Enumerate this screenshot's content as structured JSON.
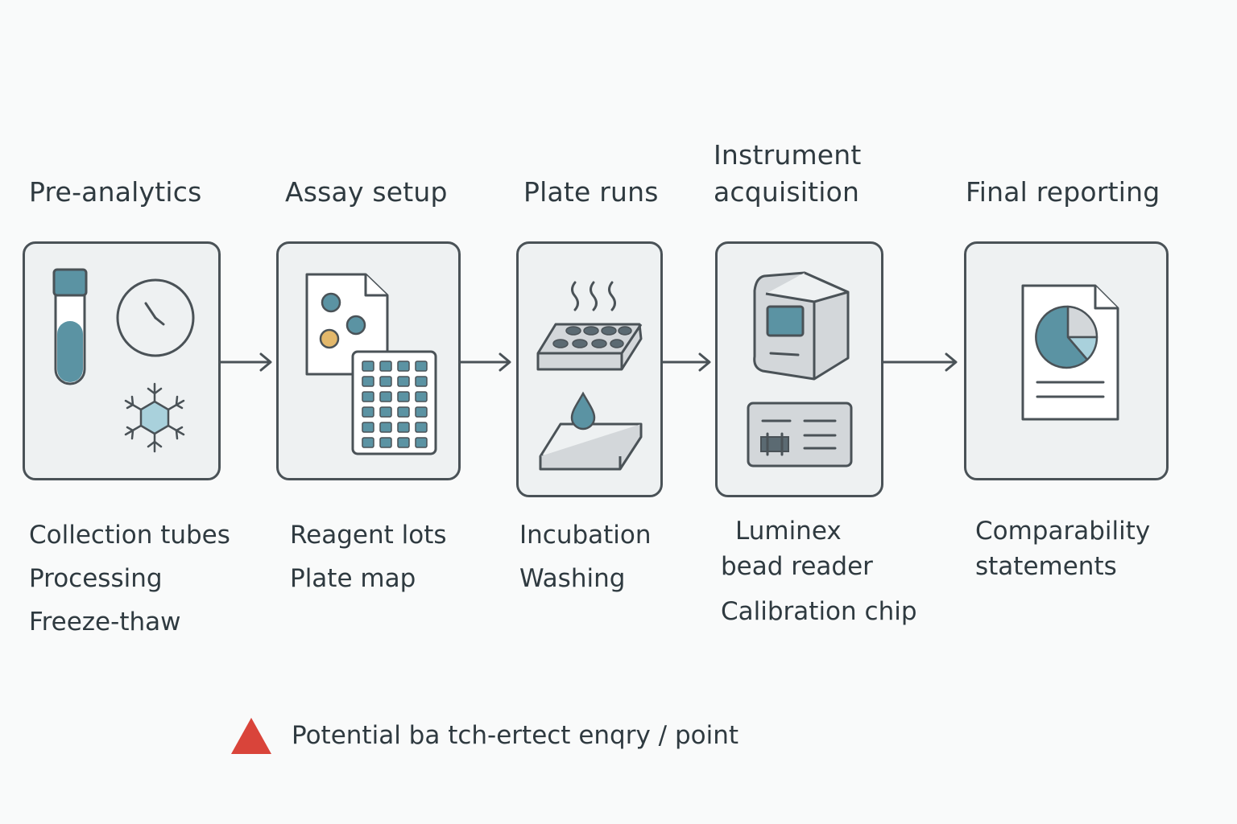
{
  "colors": {
    "outline": "#4a5257",
    "card_fill": "#eef1f2",
    "teal": "#5b93a3",
    "teal_light": "#a9d1dc",
    "amber": "#e3b86b",
    "gray_light": "#d3d7da",
    "warning_red": "#d9443a"
  },
  "stages": [
    {
      "title": "Pre-analytics",
      "icons": [
        "test-tube-icon",
        "clock-icon",
        "snowflake-icon"
      ],
      "items": [
        "Collection tubes",
        "Processing",
        "Freeze-thaw"
      ]
    },
    {
      "title": "Assay setup",
      "icons": [
        "document-icon",
        "plate-grid-icon"
      ],
      "items": [
        "Reagent lots",
        "Plate map"
      ]
    },
    {
      "title": "Plate runs",
      "icons": [
        "heated-plate-icon",
        "droplet-pad-icon"
      ],
      "items": [
        "Incubation",
        "Washing"
      ]
    },
    {
      "title": "Instrument\nacquisition",
      "icons": [
        "bead-reader-icon",
        "calibration-chip-icon"
      ],
      "items": [
        "Luminex\nbead reader",
        "Calibration chip"
      ]
    },
    {
      "title": "Final reporting",
      "icons": [
        "pie-report-icon"
      ],
      "items": [
        "Comparability\nstatements"
      ]
    }
  ],
  "legend": {
    "icon": "warning-triangle-icon",
    "text": "Potential ba tch-ertect enqry / point"
  }
}
